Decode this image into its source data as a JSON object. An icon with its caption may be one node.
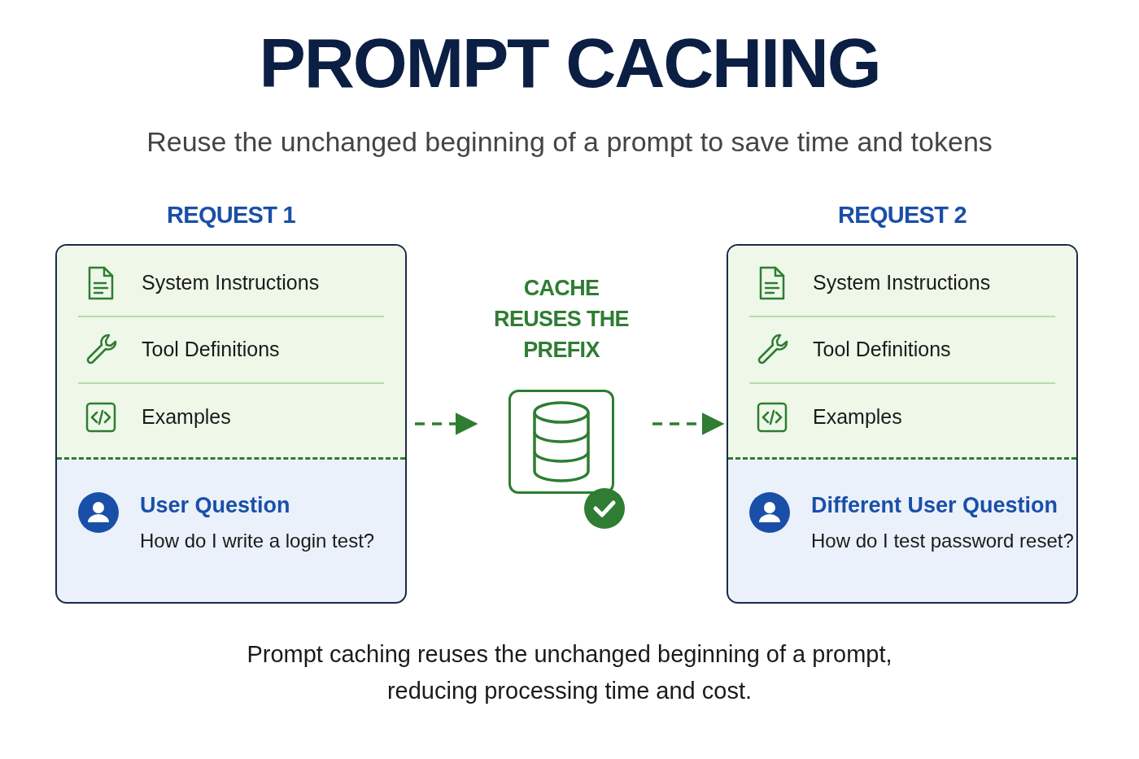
{
  "diagram": {
    "title": "PROMPT CACHING",
    "caption": "Prompt caching reuses the unchanged beginning of a prompt, reducing processing time and cost.",
    "nodes": [
      {
        "text": [
          "REQUEST 1"
        ]
      },
      {
        "text": [
          "System Instructions"
        ],
        "in": 0
      },
      {
        "text": [
          "Tool Definitions"
        ],
        "in": 0
      },
      {
        "text": [
          "Examples"
        ],
        "in": 0
      },
      {
        "text": [
          "User Question",
          "How do I write a login test?"
        ],
        "in": 0
      },
      {
        "text": [
          "CACHE REUSES THE PREFIX"
        ]
      },
      {
        "text": [
          "REQUEST 2"
        ]
      },
      {
        "text": [
          "System Instructions"
        ],
        "in": 6
      },
      {
        "text": [
          "Tool Definitions"
        ],
        "in": 6
      },
      {
        "text": [
          "Examples"
        ],
        "in": 6
      },
      {
        "text": [
          "Different User Question",
          "How do I test password reset?"
        ],
        "in": 6
      }
    ],
    "edges": [
      {
        "from": 0,
        "to": 5,
        "arrow": "to",
        "style": "dashed"
      },
      {
        "from": 5,
        "to": 6,
        "arrow": "to",
        "style": "dashed"
      }
    ],
    "labels": [
      "Reuse the unchanged beginning of a prompt to save time and tokens"
    ]
  }
}
